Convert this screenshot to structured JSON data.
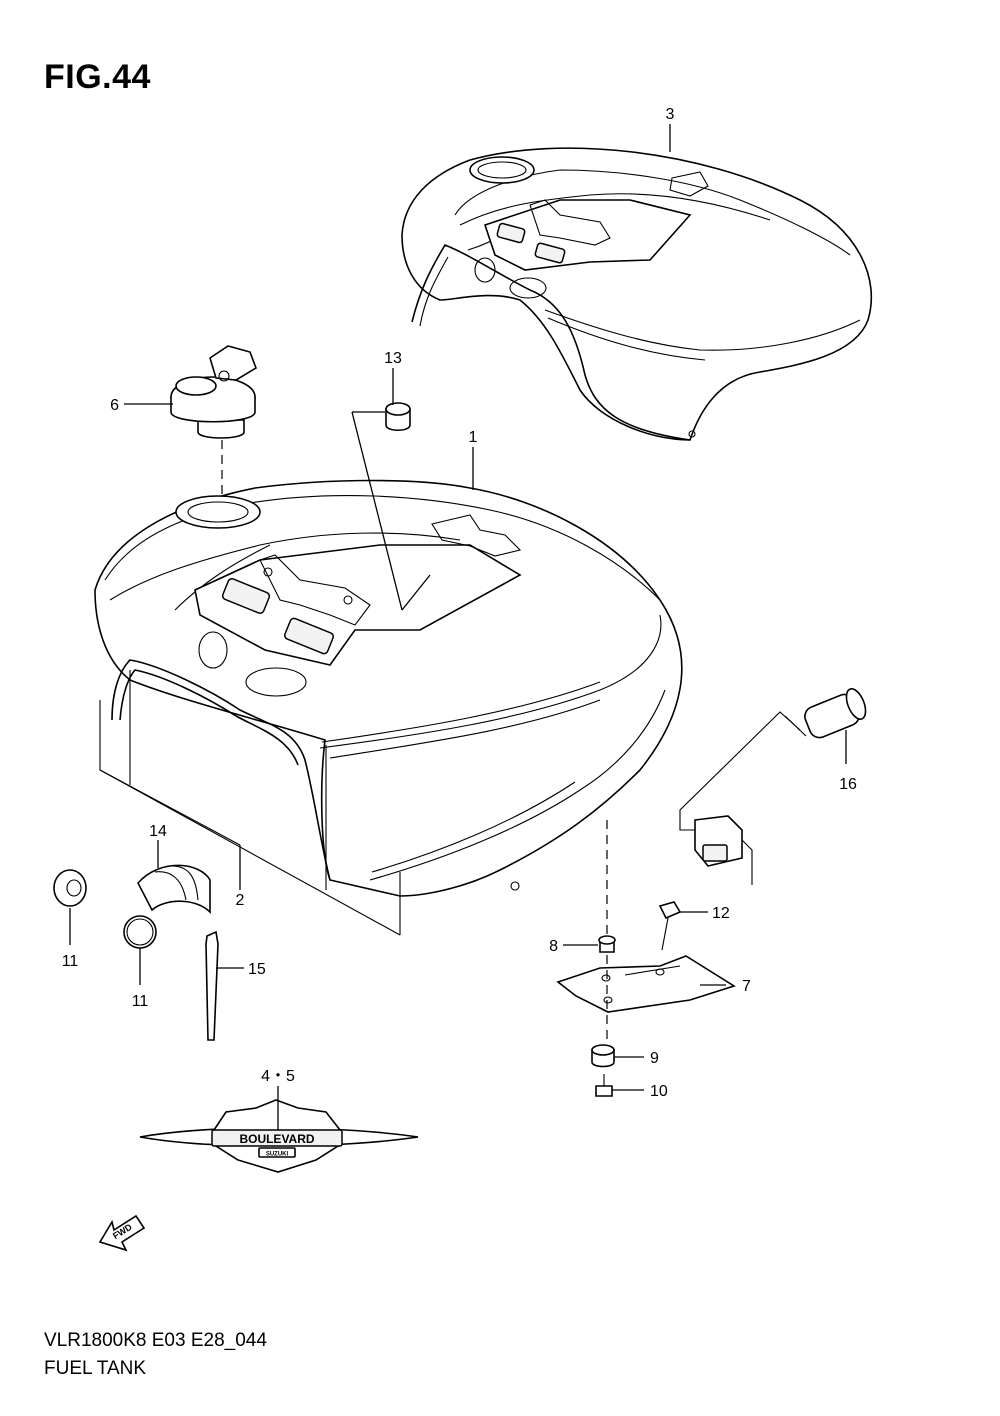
{
  "figure": {
    "title": "FIG.44"
  },
  "footer": {
    "model_code": "VLR1800K8 E03 E28_044",
    "section_name": "FUEL TANK"
  },
  "emblem": {
    "brand": "BOULEVARD",
    "maker": "SUZUKI"
  },
  "fwd_arrow": {
    "label": "FWD"
  },
  "callouts": {
    "c1": "1",
    "c2": "2",
    "c3": "3",
    "c45": "4・5",
    "c6": "6",
    "c7": "7",
    "c8": "8",
    "c9": "9",
    "c10": "10",
    "c11a": "11",
    "c11b": "11",
    "c12": "12",
    "c13": "13",
    "c14": "14",
    "c15": "15",
    "c16": "16"
  }
}
